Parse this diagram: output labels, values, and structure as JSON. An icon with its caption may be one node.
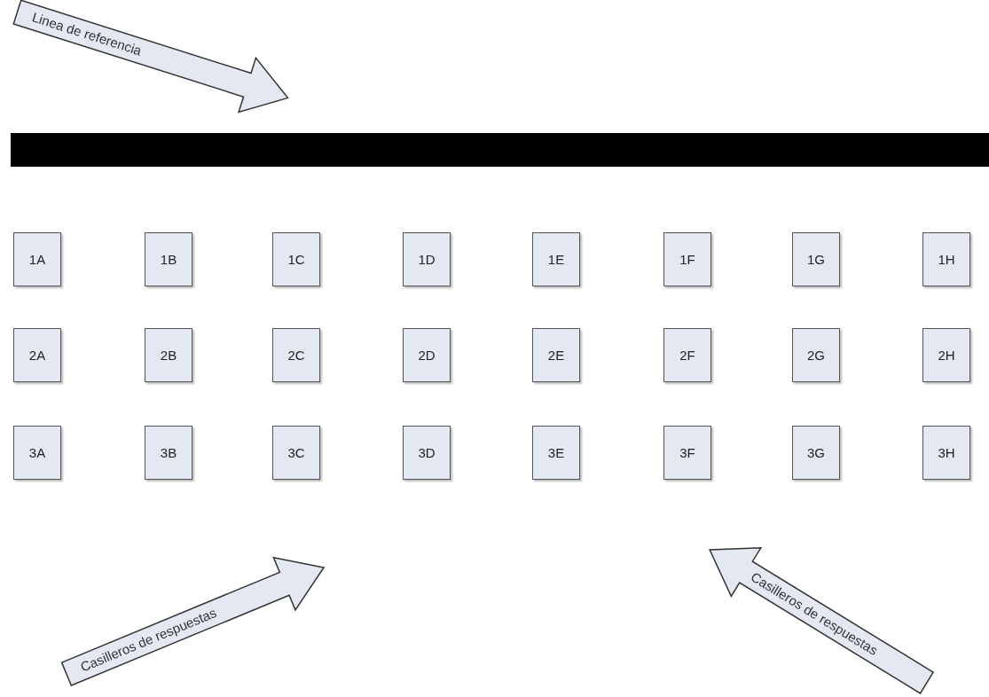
{
  "diagram": {
    "nodes": [
      {
        "text": [
          "Linea de referencia"
        ]
      },
      {
        "text": [],
        "shape": "bar"
      },
      {
        "text": [
          "1A"
        ]
      },
      {
        "text": [
          "1B"
        ]
      },
      {
        "text": [
          "1C"
        ]
      },
      {
        "text": [
          "1D"
        ]
      },
      {
        "text": [
          "1E"
        ]
      },
      {
        "text": [
          "1F"
        ]
      },
      {
        "text": [
          "1G"
        ]
      },
      {
        "text": [
          "1H"
        ]
      },
      {
        "text": [
          "2A"
        ]
      },
      {
        "text": [
          "2B"
        ]
      },
      {
        "text": [
          "2C"
        ]
      },
      {
        "text": [
          "2D"
        ]
      },
      {
        "text": [
          "2E"
        ]
      },
      {
        "text": [
          "2F"
        ]
      },
      {
        "text": [
          "2G"
        ]
      },
      {
        "text": [
          "2H"
        ]
      },
      {
        "text": [
          "3A"
        ]
      },
      {
        "text": [
          "3B"
        ]
      },
      {
        "text": [
          "3C"
        ]
      },
      {
        "text": [
          "3D"
        ]
      },
      {
        "text": [
          "3E"
        ]
      },
      {
        "text": [
          "3F"
        ]
      },
      {
        "text": [
          "3G"
        ]
      },
      {
        "text": [
          "3H"
        ]
      },
      {
        "text": [
          "Casilleros de respuestas"
        ]
      },
      {
        "text": [
          "Casilleros de respuestas"
        ]
      }
    ]
  }
}
